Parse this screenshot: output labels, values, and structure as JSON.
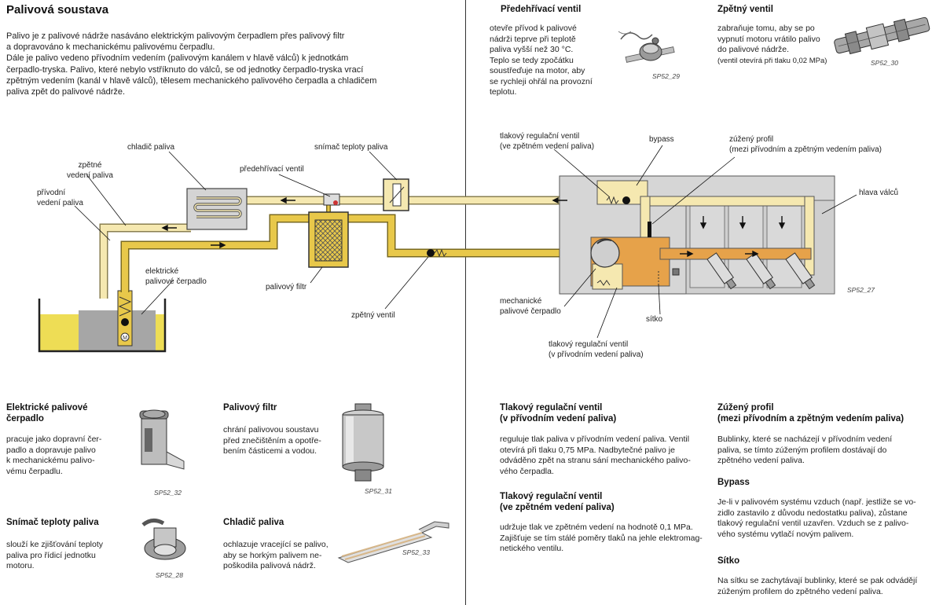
{
  "page": {
    "title": "Palivová soustava",
    "intro": [
      "Palivo je z palivové nádrže nasáváno elektrickým palivovým čerpadlem přes palivový filtr",
      "a dopravováno k mechanickému palivovému čerpadlu.",
      "Dále je palivo vedeno přívodním vedením (palivovým kanálem v hlavě válců) k jednotkám",
      "čerpadlo-tryska. Palivo, které nebylo vstříknuto do válců, se od jednotky čerpadlo-tryska vrací",
      "zpětným vedením (kanál v hlavě válců), tělesem mechanického palivového čerpadla a chladičem",
      "paliva zpět do palivové nádrže."
    ]
  },
  "top_right": {
    "preheat": {
      "title": "Předehřívací ventil",
      "text": [
        "otevře přívod k palivové",
        "nádrži teprve při teplotě",
        "paliva vyšší než 30 °C.",
        "Teplo se tedy zpočátku",
        "soustřeďuje na motor, aby",
        "se rychleji ohřál na provozní",
        "teplotu."
      ],
      "code": "SP52_29"
    },
    "check": {
      "title": "Zpětný ventil",
      "text": [
        "zabraňuje tomu, aby se po",
        "vypnutí motoru vrátilo palivo",
        "do palivové nádrže.",
        "(ventil otevírá při tlaku 0,02 MPa)"
      ],
      "code": "SP52_30"
    }
  },
  "diagram": {
    "labels": {
      "chladic": "chladič paliva",
      "zpetne": [
        "zpětné",
        "vedení paliva"
      ],
      "privodni": [
        "přívodní",
        "vedení paliva"
      ],
      "snimac": "snímač teploty paliva",
      "predehrivaci": "předehřívací ventil",
      "elektricke": [
        "elektrické",
        "palivové čerpadlo"
      ],
      "filtr": "palivový filtr",
      "zpetny": "zpětný ventil",
      "tlak_zpet": [
        "tlakový regulační ventil",
        "(ve zpětném vedení paliva)"
      ],
      "bypass": "bypass",
      "zuzeny": [
        "zúžený profil",
        "(mezi přívodním a zpětným vedením paliva)"
      ],
      "hlava": "hlava válců",
      "mech": [
        "mechanické",
        "palivové čerpadlo"
      ],
      "sitko": "sítko",
      "tlak_privod": [
        "tlakový regulační ventil",
        "(v přívodním vedení paliva)"
      ],
      "code": "SP52_27"
    },
    "colors": {
      "return": "#f5e8b0",
      "supply": "#e8c84a",
      "pump_oil": "#e6a24a",
      "head": "#d9d9d9"
    }
  },
  "bottom_left": {
    "electric_pump": {
      "title": [
        "Elektrické palivové",
        "čerpadlo"
      ],
      "text": [
        "pracuje jako dopravní čer-",
        "padlo a dopravuje palivo",
        "k mechanickému palivo-",
        "vému čerpadlu."
      ],
      "code": "SP52_32"
    },
    "filter": {
      "title": "Palivový filtr",
      "text": [
        "chrání palivovou soustavu",
        "před znečištěním a opotře-",
        "bením částicemi a vodou."
      ],
      "code": "SP52_31"
    },
    "sensor": {
      "title": "Snímač teploty paliva",
      "text": [
        "slouží ke zjišťování teploty",
        "paliva pro řídicí jednotku",
        "motoru."
      ],
      "code": "SP52_28"
    },
    "cooler": {
      "title": "Chladič paliva",
      "text": [
        "ochlazuje vracející se palivo,",
        "aby se horkým palivem ne-",
        "poškodila palivová nádrž."
      ],
      "code": "SP52_33"
    }
  },
  "bottom_right": {
    "reg_supply": {
      "title": [
        "Tlakový regulační ventil",
        "(v přívodním vedení paliva)"
      ],
      "text": [
        "reguluje tlak paliva v přívodním vedení paliva. Ventil",
        "otevírá při tlaku 0,75 MPa. Nadbytečné palivo je",
        "odváděno zpět na stranu sání mechanického palivo-",
        "vého čerpadla."
      ]
    },
    "reg_return": {
      "title": [
        "Tlakový regulační ventil",
        "(ve zpětném vedení paliva)"
      ],
      "text": [
        "udržuje tlak ve zpětném vedení na hodnotě 0,1 MPa.",
        "Zajišťuje se tím stálé poměry tlaků na jehle elektromag-",
        "netického ventilu."
      ]
    },
    "restriction": {
      "title": [
        "Zúžený profil",
        "(mezi přívodním a zpětným vedením paliva)"
      ],
      "text": [
        "Bublinky, které se nacházejí v přívodním vedení",
        "paliva, se tímto zúženým profilem dostávají do",
        "zpětného vedení paliva."
      ]
    },
    "bypass": {
      "title": "Bypass",
      "text": [
        "Je-li v palivovém systému vzduch (např. jestliže se vo-",
        "zidlo zastavilo z důvodu nedostatku paliva), zůstane",
        "tlakový regulační ventil uzavřen. Vzduch se z palivo-",
        "vého systému vytlačí novým palivem."
      ]
    },
    "strainer": {
      "title": "Sítko",
      "text": [
        "Na sítku se zachytávají bublinky, které se pak odvádějí",
        "zúženým profilem do zpětného vedení paliva."
      ]
    }
  }
}
